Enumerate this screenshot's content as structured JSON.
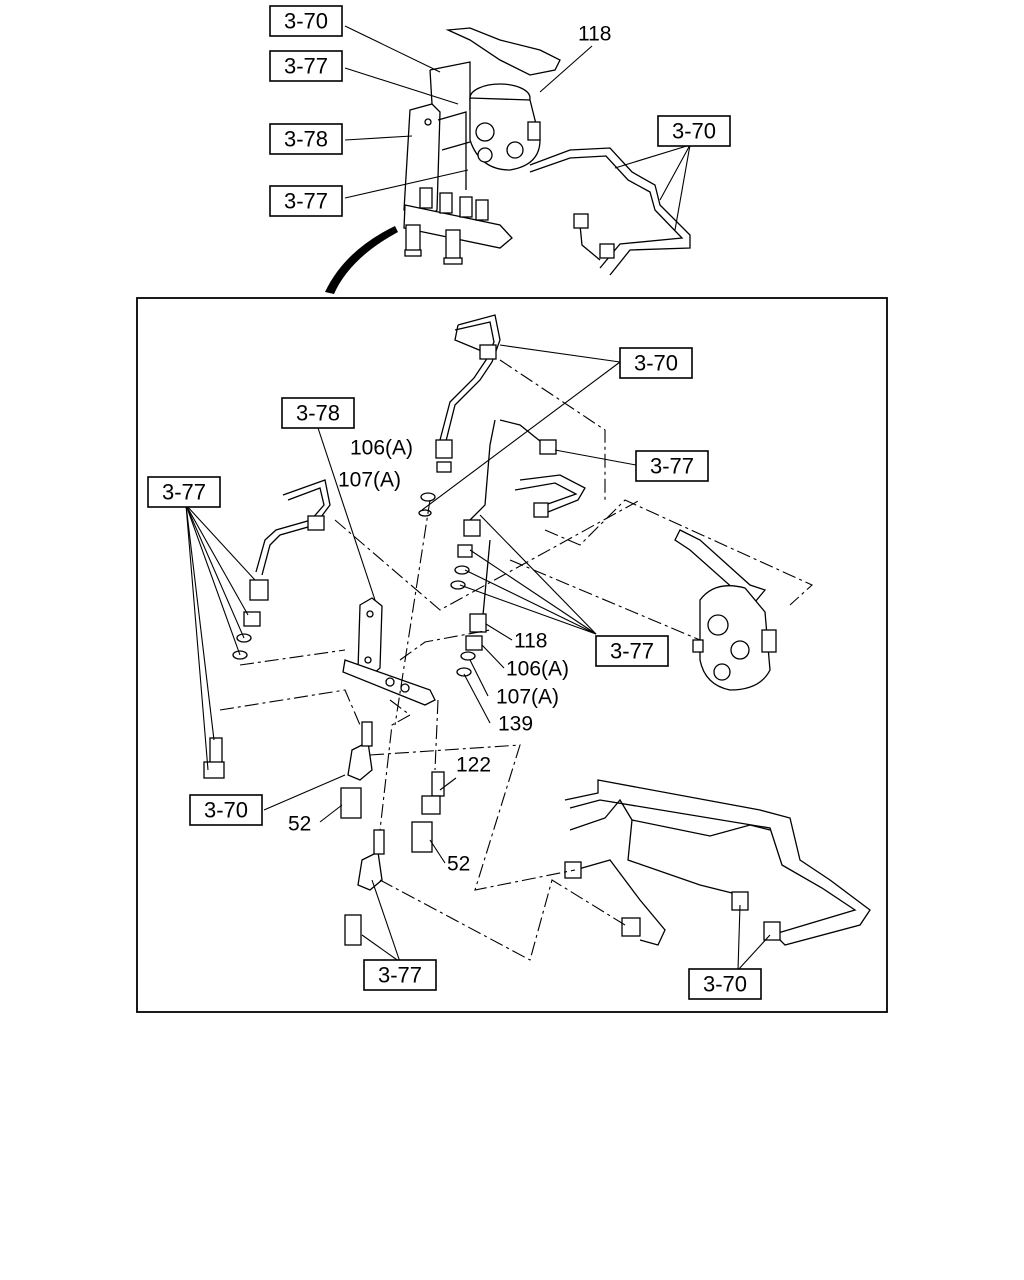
{
  "overview": {
    "ref_3_70_top": "3-70",
    "ref_3_77_top": "3-77",
    "ref_3_78_top": "3-78",
    "ref_3_77_lower": "3-77",
    "ref_3_70_right": "3-70",
    "num_118": "118"
  },
  "detail": {
    "ref_3_70_a": "3-70",
    "ref_3_78": "3-78",
    "ref_3_77_a": "3-77",
    "ref_3_77_left": "3-77",
    "ref_3_77_b": "3-77",
    "ref_3_70_left": "3-70",
    "ref_3_77_bottom": "3-77",
    "ref_3_70_bottom": "3-70",
    "num_106a_top": "106(A)",
    "num_107a_top": "107(A)",
    "num_118": "118",
    "num_106a": "106(A)",
    "num_107a": "107(A)",
    "num_139": "139",
    "num_122": "122",
    "num_52_left": "52",
    "num_52_right": "52"
  }
}
